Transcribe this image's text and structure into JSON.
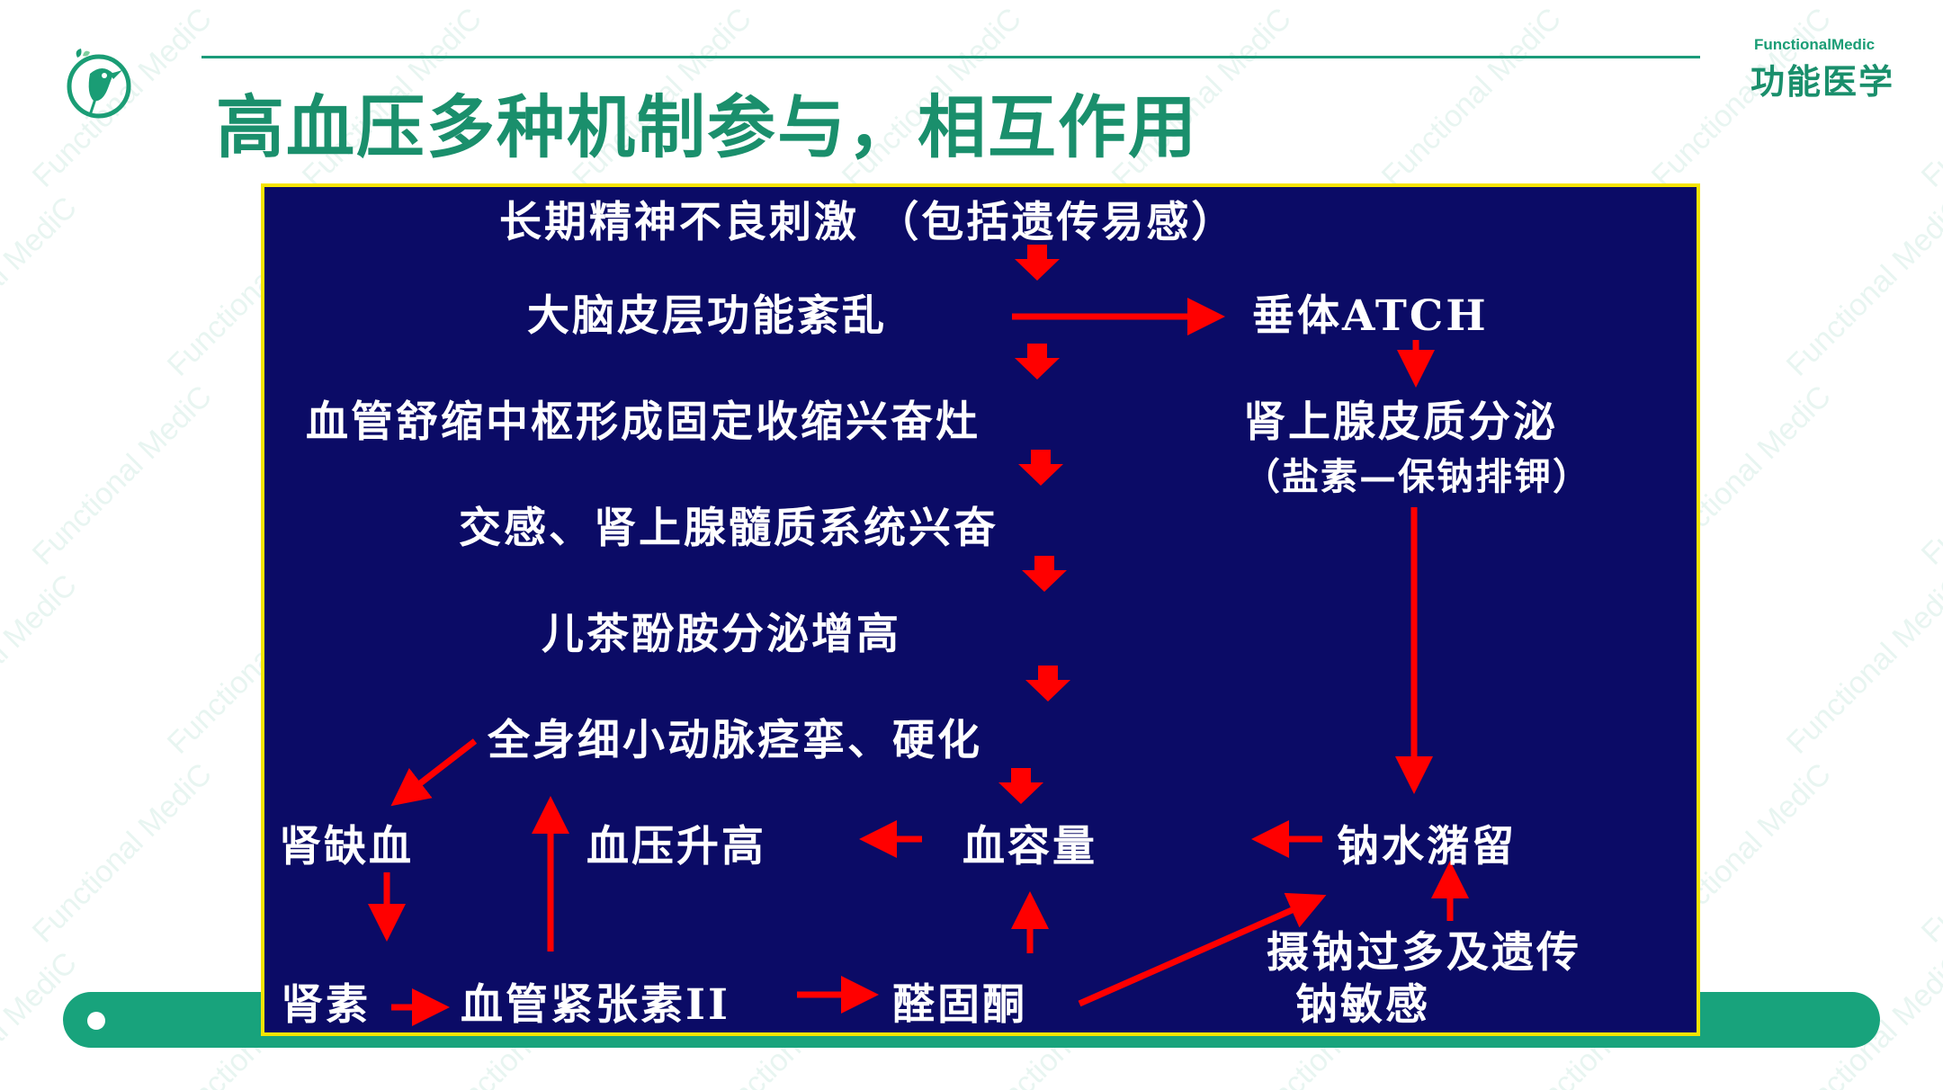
{
  "header": {
    "title": "高血压多种机制参与，相互作用",
    "brand_en": "FunctionalMedic",
    "brand_cn": "功能医学",
    "watermark_text": "Functional MediC"
  },
  "colors": {
    "accent": "#1a8f6c",
    "panel_bg": "#0b0b66",
    "panel_border": "#f5e400",
    "arrow": "#ff0000",
    "node_text": "#ffffff"
  },
  "diagram": {
    "nodes": {
      "stimulus": "长期精神不良刺激  （包括遗传易感）",
      "cortex": "大脑皮层功能紊乱",
      "pituitary": "垂体ATCH",
      "vasomotor": "血管舒缩中枢形成固定收缩兴奋灶",
      "adrenal_cortex": "肾上腺皮质分泌",
      "adrenal_cortex_note": "（盐素—保钠排钾）",
      "sympathetic": "交感、肾上腺髓质系统兴奋",
      "catecholamine": "儿茶酚胺分泌增高",
      "arteriole": "全身细小动脉痉挛、硬化",
      "renal_ischemia": "肾缺血",
      "bp_rise": "血压升高",
      "blood_volume": "血容量",
      "na_water": "钠水潴留",
      "renin": "肾素",
      "angiotensin": "血管紧张素II",
      "aldosterone": "醛固酮",
      "na_intake": "摄钠过多及遗传",
      "na_sensitive": "钠敏感"
    }
  }
}
